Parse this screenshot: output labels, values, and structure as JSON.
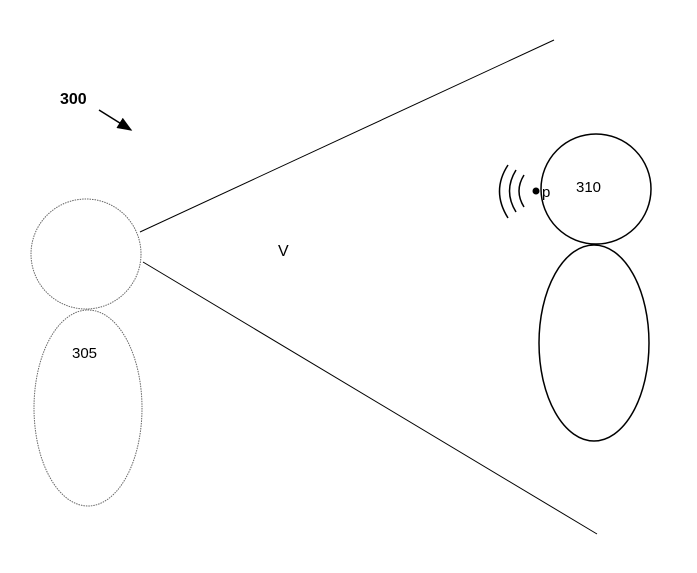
{
  "figure_label": "300",
  "field_of_view_label": "V",
  "observer_label": "305",
  "subject_label": "310",
  "point_label": "p"
}
